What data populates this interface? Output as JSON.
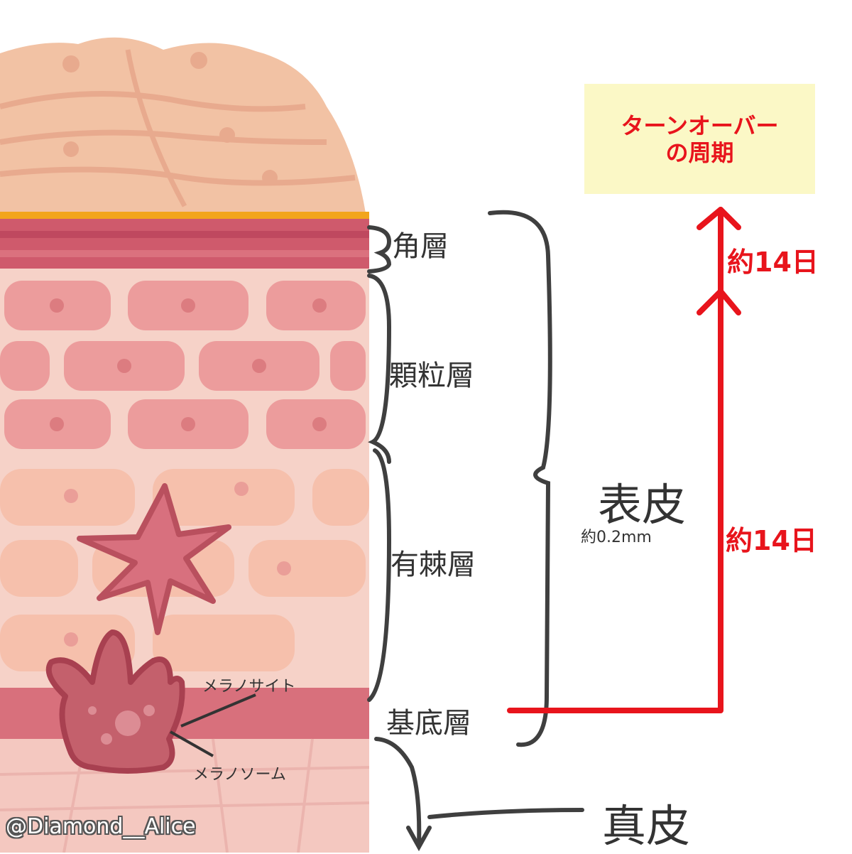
{
  "title": {
    "line1": "ターンオーバー",
    "line2": "の周期"
  },
  "layers": {
    "stratum_corneum": "角層",
    "granular": "顆粒層",
    "spinous": "有棘層",
    "basal": "基底層"
  },
  "epidermis": {
    "label": "表皮",
    "thickness": "約0.2mm"
  },
  "dermis": {
    "label": "真皮"
  },
  "cells": {
    "melanocyte": "メラノサイト",
    "melanosome": "メラノソーム"
  },
  "turnover": {
    "upper": "約14日",
    "lower": "約14日"
  },
  "credit": "@Diamond__Alice",
  "colors": {
    "accent_red": "#e8141c",
    "callout_bg": "#fbf8c6",
    "skin_top": "#f2c4a8",
    "corneum_band": "#d4566e",
    "cell_pink": "#f0a4a8",
    "melanin": "#b8505e"
  }
}
